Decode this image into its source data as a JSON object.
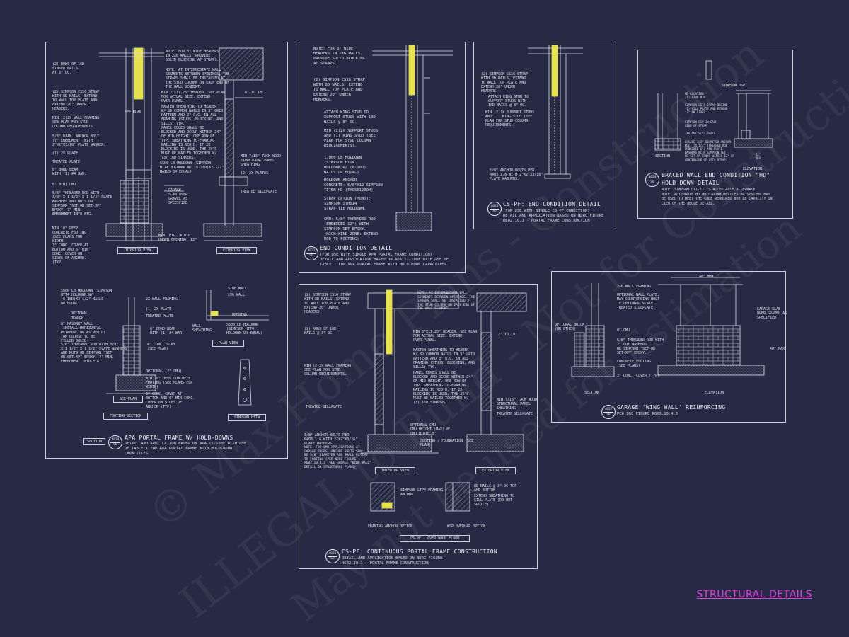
{
  "footer": {
    "title": "STRUCTURAL DETAILS",
    "color": "#e040e0"
  },
  "watermark": {
    "line1": "© Max Home Plans - Construction",
    "line2": "ILLEGAL to Build - Not for Construction",
    "line3": "May not be used for Estimation"
  },
  "panel1": {
    "bubble_top": "4024",
    "bubble_bottom": "SD",
    "section_label": "SECTION",
    "title": "APA PORTAL FRAME W/ HOLD-DOWNS",
    "subtitle": "DETAIL AND APPLICATION BASED ON APA TT-100F WITH USE\nOF TABLE 1 FOR APA PORTAL FRAME WITH HOLD-DOWN\nCAPACITIES.",
    "interior_view": "INTERIOR VIEW",
    "exterior_view": "EXTERIOR VIEW",
    "footing_section": "FOOTING SECTION",
    "plan_view": "PLAN VIEW",
    "simpson_htt4": "SIMPSON HTT4",
    "see_plan": "SEE PLAN",
    "notes_left": [
      "(2) ROWS OF 16d\nSINKER NAILS\nAT 3\" OC.",
      "(2) SIMPSON CS16 STRAP\nWITH 8d NAILS, EXTEND\nTO WALL TOP PLATE AND\nEXTEND 20\" UNDER\nHEADERS.",
      "MIN (2)2X WALL FRAMING\nSEE PLAN FOR STUD\nCOLUMN REQUIREMENTS.",
      "5/8\" DIAM. ANCHOR BOLT\n(7\" EMBEDMENT) WITH\n2\"x2\"x3/16\" PLATE WASHER.",
      "(1) 2x PLATE",
      "TREATED PLATE",
      "8\" BOND BEAM\nWITH (1) #4 BAR.",
      "8\" MIN) CMU",
      "5/8\" THREADED ROD WITH\n3/8\" x 1 1/2\" x 1 1/2\" PLATE\nWASHERS AND NUTS OR\nSIMPSON \"SET OR SET-XP\"\nEPOXY. 7\" MIN.\nEMBEDMENT INTO FTG.",
      "MIN 10\" DEEP\nCONCRETE FOOTING\n(SEE PLANS FOR\nWIDTH)",
      "3\" CONC. COVER AT\nBOTTOM AND 6\" MIN\nCONC. COVER ON\nSIDES OF ANCHOR.\n(TYP)"
    ],
    "notes_mid": [
      "NOTE: FOR 3\" WIDE HEADERS\nIN 2x6 WALLS, PROVIDE\nSOLID BLOCKING AT STRAPS.",
      "NOTE: AT INTERMEDIATE WALL\nSEGMENTS BETWEEN OPENINGS, THE\nSTRAPS SHALL BE INSTALLED AT\nTHE STUD COLUMN ON EACH END OF\nTHE WALL SEGMENT.",
      "MIN 3\"x11.25\" HEADER. SEE PLAN\nFOR ACTUAL SIZE. EXTEND\nOVER PANEL.",
      "FASTEN SHEATHING TO HEADER\nW/ 8d COMMON NAILS IN 3\" GRID\nPATTERN AND 3\" O.C. IN ALL\nFRAMING (STUDS, BLOCKING, AND\nSILLS) TYP.",
      "PANEL EDGES SHALL BE\nBLOCKED AND OCCUR WITHIN 24\"\nOF MID-HEIGHT. ONE ROW OF\nTYP. SHEATHING-TO-FRAMING\nNAILING IS REQ'D. IF 2x\nBLOCKING IS USED, THE 2x'S\nMUST BE NAILED TOGETHER W/\n(3) 16d SINKERS.",
      "5500 LB HOLDOWN (SIMPSON\nHTT4 HOLDOWN W/ (6-16d)x2-1/2\"\nNAILS OR EQUAL)",
      "GARAGE\nSLAB OVER\nGRAVEL AS\nSPECIFIED",
      "MIN. FTG. WIDTH\nUNDER OPENING: 12\""
    ],
    "notes_right": [
      "6\" TO 18'",
      "MIN 7/16\" TACK WOOD\nSTRUCTURAL PANEL\nSHEATHING",
      "(2) 2x PLATES",
      "TREATED SILLPLATE"
    ],
    "notes_bottom": [
      "5500 LB HOLDOWN (SIMPSON\nHTT4 HOLDOWN W/\n(6-16d)x2-1/2\" NAILS\nOR EQUAL)",
      "OPTIONAL\nHEADER",
      "8\" MASONRY WALL\n(INSTALL HORIZONTAL\nREINFORCING AS REQ'D)\nTOP COURSE TO BE\nFILLED SOLID",
      "5/8\" THREADED ROD WITH 3/8\"\nx 1 1/2\" x 1 1/2\" PLATE WASHERS\nAND NUTS OR SIMPSON \"SET\nOR SET-XP\" EPOXY. 7\" MIN.\nEMBEDMENT INTO FTG.",
      "2x WALL FRAMING",
      "(1) 2x PLATE",
      "TREATED PLATE",
      "8\" BOND BEAM\nWITH (1) #4 BAR.",
      "4\" CONC. SLAB\n(SEE PLAN)",
      "OPTIONAL (2\" CMU)",
      "MIN 10\" DEEP CONCRETE\nFOOTING (SEE PLANS FOR\nWIDTH)",
      "3\" CONC. COVER AT\nBOTTOM AND 6\" MIN CONC.\nCOVER ON SIDES OF\nANCHOR (TYP)",
      "SIDE WALL",
      "2x6 WALL",
      "OPENING",
      "5500 LB HOLDOWN\n(SIMPSON HTT4\nHOLDOWN OR EQUAL)",
      "WALL\nSHEATHING"
    ]
  },
  "panel2": {
    "bubble_top": "4022",
    "bubble_bottom": "SD",
    "title": "END CONDITION DETAIL",
    "subtitle": "(FOR USE WITH SINGLE APA PORTAL FRAME CONDITION)\nDETAIL AND APPLICATION BASED ON APA TT-100F WITH USE OF\nTABLE 1 FOR APA PORTAL FRAME WITH HOLD-DOWN CAPACITIES.",
    "notes": [
      "NOTE: FOR 3\" WIDE\nHEADERS IN 2x6 WALLS,\nPROVIDE SOLID BLOCKING\nAT STRAPS.",
      "(2) SIMPSON CS16 STRAP\nWITH 8d NAILS, EXTEND\nTO WALL TOP PLATE AND\nEXTEND 20\" UNDER\nHEADERS.",
      "ATTACH KING STUD TO\nSUPPORT STUDS WITH 10d\nNAILS @ 8\" OC.",
      "MIN (2)2X SUPPORT STUDS\nAND (1) KING STUD (SEE\nPLAN FOR STUD COLUMN\nREQUIREMENTS).",
      "1,000 LB HOLDOWN\n(SIMPSON HTT4\nHOLDOWN W/ (6-10d)\nNAILS OR EQUAL)",
      "HOLDOWN ANCHOR\nCONCRETE: 5/8\"x12 SIMPSON\nTITEN HD (THD50120OH)",
      "STRAP OPTION (MONO):\nSIMPSON STHD14\nSTRAP-TIE HOLDOWN.",
      "CMU: 5/8\" THREADED ROD\n(EMBEDDED 12\") WITH\nSIMPSON SET EPOXY.\n(HIGH WIND ZONE: EXTEND\nROD TO FOOTING)"
    ]
  },
  "panel3": {
    "bubble_top": "4026",
    "bubble_bottom": "SD",
    "title": "CS-PF: END CONDITION DETAIL",
    "subtitle": "(FOR USE WITH SINGLE CS-PF CONDITION)\nDETAIL AND APPLICATION BASED ON NDRC FIGURE\nR602.10.1 - PORTAL FRAME CONSTRUCTION",
    "notes": [
      "(2) SIMPSON CS16 STRAP\nWITH 8d NAILS, EXTEND\nTO WALL TOP PLATE AND\nEXTEND 20\" UNDER\nHEADERS.",
      "ATTACH KING STUD TO\nSUPPORT STUDS WITH\n10d NAILS @ 8\" OC.",
      "MIN (2)2X SUPPORT STUDS\nAND (1) KING STUD (SEE\nPLAN FOR STUD COLUMN\nREQUIREMENTS).",
      "5/8\" ANCHOR BOLTS PER\nR403.1.6 WITH 2\"x2\"x3/16\"\nPLATE WASHERS."
    ]
  },
  "panel4": {
    "bubble_top": "4024",
    "bubble_bottom": "SD",
    "title": "BRACED WALL END CONDITION \"HD\"",
    "title2": "HOLD-DOWN DETAIL",
    "subtitle": "NOTE: SIMPSON DTT-1Z IS ACCEPTABLE ALTERNATE\nNOTE: ALTERNATE HD HOLD-DOWN DEVICES OR SYSTEMS MAY\nBE USED TO MEET THE CODE REQUIRED 800 LB CAPACITY IN\nLIEU OF THE ABOVE DETAIL.",
    "section": "SECTION",
    "elevation": "ELEVATION",
    "simpson_dsp": "SIMPSON DSP",
    "notes": [
      "HD LOCATION\n(1) STUD MIN.",
      "SIMPSON LSTA STRAP BEHIND\n(1) SILL PLATE AND EXTEND\n12\" ON SIDES",
      "SIMPSON DSP IN EACH\nSIDE OF STRAP",
      "2x6 TRT SILL PLATE",
      "LOCATE 1/2\" DIAMETER ANCHOR\nBOLT (4 1/2\" THREADED ROD\nEMBEDDED 6\") AND PLATE\nWASHERS WITH SIMPSON SET\nOR SET-XP EPOXY WITHIN 12\" OF\nCENTERLINE OF LSTA STRAP.",
      "12\"\nMAX"
    ]
  },
  "panel5": {
    "bubble_top": "4025",
    "bubble_bottom": "SD",
    "title": "CS-PF: CONTINUOUS PORTAL FRAME CONSTRUCTION",
    "subtitle": "DETAIL AND APPLICATION BASED ON NDRC FIGURE\nR602.10.1 - PORTAL FRAME CONSTRUCTION",
    "interior_view": "INTERIOR VIEW",
    "exterior_view": "EXTERIOR VIEW",
    "framing_anchor": "FRAMING ANCHOR OPTION",
    "wsp_overlap": "WSP OVERLAP OPTION",
    "cs_pf_floor": "CS-PF - OVER WOOD FLOOR",
    "notes": [
      "(2) SIMPSON CS16 STRAP\nWITH 8d NAILS, EXTEND\nTO WALL TOP PLATE AND\nEXTEND 20\" UNDER\nHEADERS.",
      "(2) ROWS OF 16d\nNAILS @ 3\" OC",
      "MIN (2)2X WALL FRAMING\nSEE PLAN FOR STUD\nCOLUMN REQUIREMENTS.",
      "TREATED SILLPLATE",
      "5/8\" ANCHOR BOLTS PER\nR403.1.6 WITH 2\"x2\"x3/16\"\nPLATE WASHERS.",
      "NOTE: FOR CMU APPLICATIONS AT\nGARAGE DOORS, ANCHOR BOLTS SHALL\nBE 5/8\" DIAMETER AND SHALL EXTEND\nTO FOOTING (PER NDRC FIGURE\nR602.10.4.3 (SEE GARAGE \"WING WALL\"\nDETAIL ON STRUCTURAL PLANS)",
      "NOTE: AT INTERMEDIATE WALL\nSEGMENTS BETWEEN OPENINGS, THE\nSTRAPS SHALL BE INSTALLED AT\nTHE STUD COLUMN ON EACH END OF\nTHE WALL SEGMENT.",
      "MIN 3\"x11.25\" HEADER. SEE PLAN\nFOR ACTUAL SIZE. EXTEND\nOVER PANEL.",
      "FASTEN SHEATHING TO HEADER\nW/ 8d COMMON NAILS IN 3\" GRID\nPATTERN AND 3\" O.C. IN ALL\nFRAMING (STUDS, BLOCKING, AND\nSILLS) TYP.",
      "PANEL EDGES SHALL BE\nBLOCKED AND OCCUR WITHIN 24\"\nOF MID-HEIGHT. ONE ROW OF\nTYP. SHEATHING-TO-FRAMING\nNAILING IS REQ'D. IF 2x\nBLOCKING IS USED, THE 2x'S\nMUST BE NAILED TOGETHER W/\n(3) 16d SINKERS.",
      "MIN 7/16\" TACK WOOD\nSTRUCTURAL PANEL\nSHEATHING",
      "TREATED SILLPLATE",
      "OPTIONAL CMU\nCMU HEIGHT (MAX) 8'\nCMU WIDTH 8\"",
      "FOOTING / FOUNDATION (SEE\nPLAN)",
      "2' TO 18'",
      "SIMPSON LTP4 FRAMING\nANCHOR",
      "8d NAILS @ 3\" OC TOP\nAND BOTTOM",
      "EXTEND SHEATHING TO\nSILL PLATE (DO NOT\nSPLICE)"
    ]
  },
  "panel6": {
    "bubble_top": "4027",
    "bubble_bottom": "SD",
    "title": "GARAGE 'WING WALL' REINFORCING",
    "subtitle": "PER IRC FIGURE R602.10.4.3",
    "section": "SECTION",
    "elevation": "ELEVATION",
    "notes": [
      "2x6 WALL FRAMING",
      "OPTIONAL WALL PLATE,\nMAY COUNTERSINK BOLT\nIF OPTIONAL PLATE.",
      "TREATED SILLPLATE",
      "OPTIONAL BRICK\n(OR OTHER)",
      "8\" CMU",
      "5/8\" THREADED ROD WITH\n2\" CUT WASHERS\nOR SIMPSON \"SET OR\nSET-XP\" EPOXY.",
      "CONCRETE FOOTING\n(SEE PLANS)",
      "3\" CONC. COVER (TYP)",
      "48\" MAX",
      "GARAGE SLAB\nOVER GRAVEL AS\nSPECIFIED",
      "48\" MAX"
    ]
  }
}
